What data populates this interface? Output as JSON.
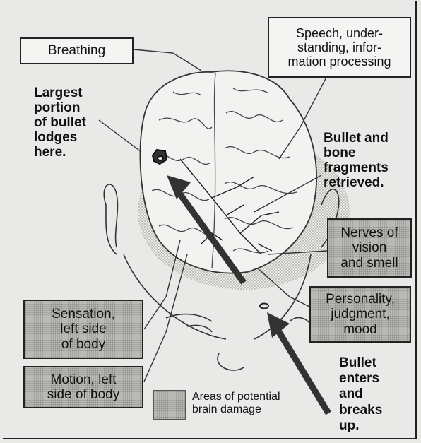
{
  "labels": {
    "breathing": "Breathing",
    "speech": "Speech, under-\nstanding, infor-\nmation processing",
    "largest_portion": "Largest\nportion\nof bullet\nlodges\nhere.",
    "fragments": "Bullet and\nbone\nfragments\nretrieved.",
    "nerves": "Nerves of\nvision\nand smell",
    "personality": "Personality,\njudgment,\nmood",
    "sensation": "Sensation,\nleft side\nof body",
    "motion": "Motion, left\nside of body",
    "bullet_enters": "Bullet\nenters\nand\nbreaks\nup."
  },
  "legend": {
    "text": "Areas of potential\nbrain damage"
  },
  "colors": {
    "ink": "#222222",
    "shade": "#b9b9b6",
    "paper": "#e9e9e7"
  }
}
